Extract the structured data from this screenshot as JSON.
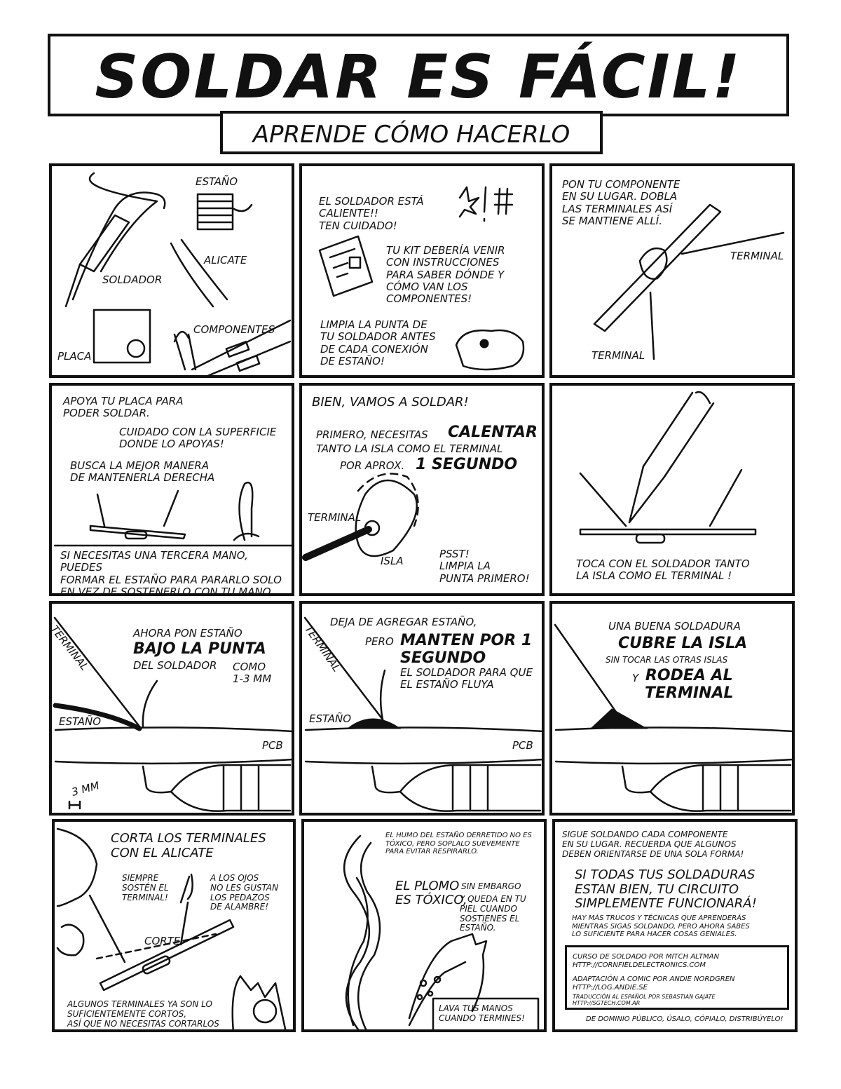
{
  "header": {
    "title": "SOLDAR ES FÁCIL!",
    "subtitle": "APRENDE CÓMO HACERLO"
  },
  "panels": {
    "p1": {
      "estano": "ESTAÑO",
      "alicate": "ALICATE",
      "soldador": "SOLDADOR",
      "componentes": "COMPONENTES",
      "placa": "PLACA"
    },
    "p2": {
      "warn": "EL SOLDADOR ESTÁ\nCALIENTE!!\nTEN CUIDADO!",
      "kit": "TU KIT DEBERÍA VENIR\nCON INSTRUCCIONES\nPARA SABER DÓNDE Y\nCÓMO VAN LOS\nCOMPONENTES!",
      "clean": "LIMPIA LA PUNTA DE\nTU SOLDADOR ANTES\nDE CADA CONEXIÓN\nDE ESTAÑO!"
    },
    "p3": {
      "text": "PON TU COMPONENTE\nEN SU LUGAR. DOBLA\nLAS TERMINALES ASÍ\nSE MANTIENE ALLÍ.",
      "terminal1": "TERMINAL",
      "terminal2": "TERMINAL"
    },
    "p4": {
      "text1": "APOYA TU PLACA PARA\nPODER SOLDAR.",
      "text2": "CUIDADO CON LA SUPERFICIE\nDONDE LO APOYAS!",
      "text3": "BUSCA LA MEJOR MANERA\nDE MANTENERLA DERECHA",
      "text4": "SI NECESITAS UNA TERCERA MANO, PUEDES\nFORMAR EL ESTAÑO PARA PARARLO SOLO\nEN VEZ DE SOSTENERLO CON TU MANO"
    },
    "p5": {
      "head": "BIEN, VAMOS A SOLDAR!",
      "l1": "PRIMERO, NECESITAS",
      "calentar": "CALENTAR",
      "l2": "TANTO LA ISLA COMO EL TERMINAL",
      "l3": "POR APROX.",
      "segundo": "1 SEGUNDO",
      "terminal": "TERMINAL",
      "isla": "ISLA",
      "psst": "PSST!\nLIMPIA LA\nPUNTA PRIMERO!"
    },
    "p6": {
      "text": "TOCA CON EL SOLDADOR TANTO\nLA ISLA COMO EL TERMINAL !"
    },
    "p7": {
      "terminal": "TERMINAL",
      "l1": "AHORA PON ESTAÑO",
      "bajo": "BAJO LA PUNTA",
      "l2": "DEL SOLDADOR",
      "como": "COMO\n1-3 MM",
      "estano": "ESTAÑO",
      "pcb": "PCB",
      "mm": "3 MM"
    },
    "p8": {
      "terminal": "TERMINAL",
      "l1": "DEJA DE AGREGAR ESTAÑO,",
      "pero": "PERO",
      "manten": "MANTEN POR 1\nSEGUNDO",
      "l2": "EL SOLDADOR PARA QUE\nEL ESTAÑO FLUYA",
      "estano": "ESTAÑO",
      "pcb": "PCB"
    },
    "p9": {
      "l1": "UNA BUENA SOLDADURA",
      "cubre": "CUBRE LA ISLA",
      "l2": "SIN TOCAR LAS OTRAS ISLAS",
      "y": "Y",
      "rodea": "RODEA AL\nTERMINAL"
    },
    "p10": {
      "head": "CORTA LOS TERMINALES\nCON EL ALICATE",
      "siempre": "SIEMPRE\nSOSTÉN EL\nTERMINAL!",
      "ojos": "A LOS OJOS\nNO LES GUSTAN\nLOS PEDAZOS\nDE ALAMBRE!",
      "corte": "CORTE",
      "bottom": "ALGUNOS TERMINALES YA SON LO\nSUFICIENTEMENTE CORTOS,\nASÍ QUE NO NECESITAS CORTARLOS"
    },
    "p11": {
      "humo": "EL HUMO DEL ESTAÑO DERRETIDO NO ES\nTÓXICO, PERO SOPLALO SUEVEMENTE\nPARA EVITAR RESPIRARLO.",
      "plomo": "EL PLOMO",
      "plomo2": "SIN EMBARGO",
      "toxico": "ES TÓXICO,",
      "toxico2": "Y QUEDA EN TU\nPIEL CUANDO SOSTIENES EL\nESTAÑO.",
      "lava": "LAVA TUS MANOS\nCUANDO TERMINES!"
    },
    "p12": {
      "sigue": "SIGUE SOLDANDO CADA COMPONENTE\nEN SU LUGAR. RECUERDA QUE ALGUNOS\nDEBEN ORIENTARSE DE UNA SOLA FORMA!",
      "si": "SI TODAS TUS SOLDADURAS\nESTAN BIEN, TU CIRCUITO\nSIMPLEMENTE FUNCIONARÁ!",
      "hay": "HAY MÁS TRUCOS Y TÉCNICAS QUE APRENDERÁS\nMIENTRAS SIGAS SOLDANDO, PERO AHORA SABES\nLO SUFICIENTE PARA HACER COSAS GENIALES.",
      "credit1": "CURSO DE SOLDADO POR MITCH ALTMAN\nHTTP://CORNFIELDELECTRONICS.COM",
      "credit2": "ADAPTACIÓN A COMIC POR ANDIE NORDGREN\nHTTP://LOG.ANDIE.SE",
      "credit3": "TRADUCCIÓN AL ESPAÑOL POR SEBASTIAN GAJATE\nHTTP://SGTECH.COM.AR",
      "license": "DE DOMINIO PÚBLICO, ÚSALO, CÓPIALO, DISTRIBÚYELO!"
    }
  }
}
